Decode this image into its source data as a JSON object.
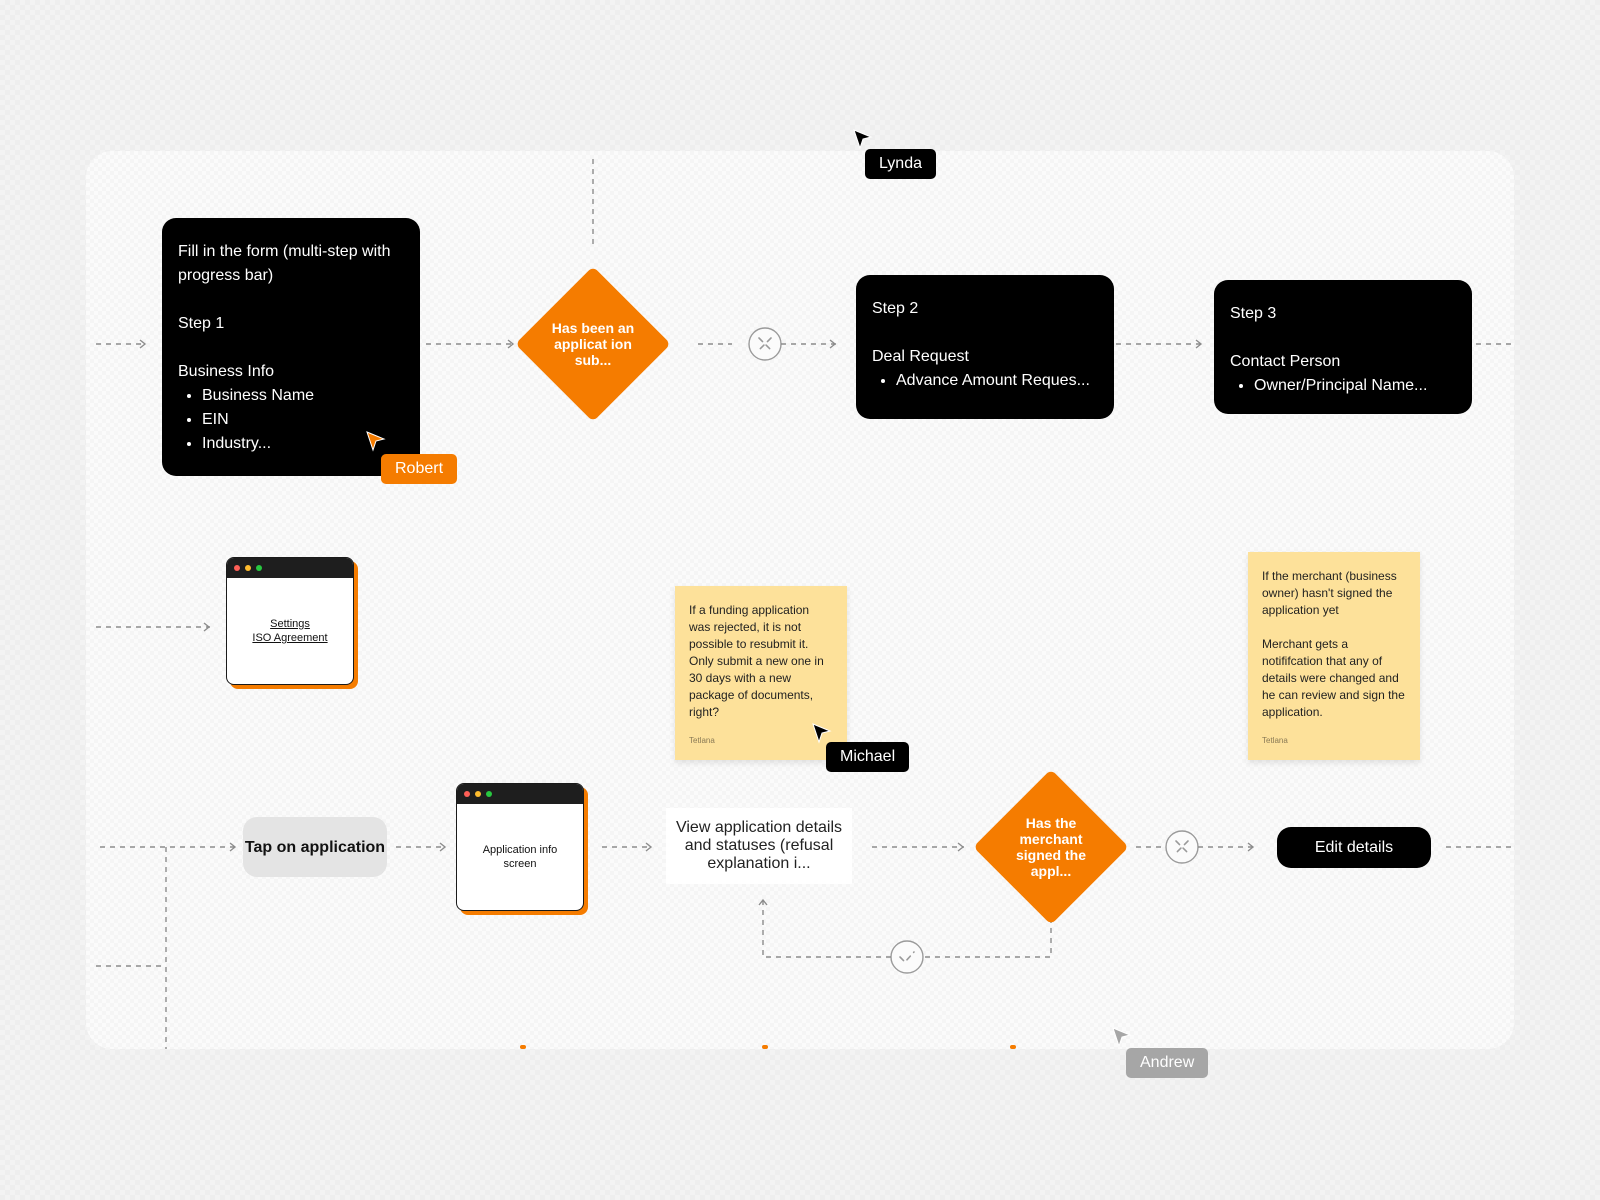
{
  "flow": {
    "form_node": {
      "title": "Fill in the form (multi-step with progress bar)",
      "step": "Step 1",
      "section": "Business Info",
      "items": [
        "Business Name",
        "EIN",
        "Industry..."
      ]
    },
    "decision_submitted": "Has been an applicat ion sub...",
    "step2_node": {
      "step": "Step 2",
      "section": "Deal Request",
      "items": [
        "Advance Amount Reques..."
      ]
    },
    "step3_node": {
      "step": "Step 3",
      "section": "Contact Person",
      "items": [
        "Owner/Principal Name..."
      ]
    },
    "settings_screen": {
      "line1": "Settings",
      "line2": "ISO Agreement"
    },
    "tap_application": "Tap on application",
    "app_info_screen": "Application info screen",
    "view_details": "View application details and statuses (refusal explanation i...",
    "decision_signed": "Has the merchant signed the appl...",
    "edit_details": "Edit details"
  },
  "stickies": [
    {
      "paragraphs": [
        "If a funding application was rejected, it is not possible to resubmit it. Only submit a new one in 30 days with a new package of documents, right?"
      ],
      "author": "Tetlana"
    },
    {
      "paragraphs": [
        "If the merchant (business owner) hasn't signed the application yet",
        "Merchant gets a notififcation that any of details were changed and he can review and sign the application."
      ],
      "author": "Tetlana"
    }
  ],
  "cursors": [
    {
      "name": "Lynda",
      "color": "#000000"
    },
    {
      "name": "Robert",
      "color": "#f57c00"
    },
    {
      "name": "Michael",
      "color": "#000000"
    },
    {
      "name": "Andrew",
      "color": "#a6a6a6"
    }
  ],
  "icons": {
    "reject_ring": "x-circle-icon",
    "accept_ring": "check-circle-icon",
    "window_dots": [
      "#ff5f57",
      "#febc2e",
      "#28c840"
    ]
  }
}
